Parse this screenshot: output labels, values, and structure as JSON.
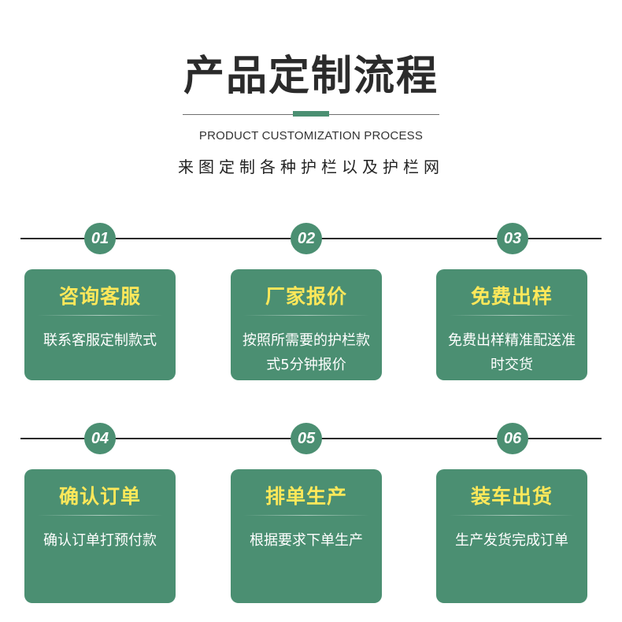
{
  "header": {
    "title": "产品定制流程",
    "subtitle_en": "PRODUCT CUSTOMIZATION PROCESS",
    "subtitle_cn": "来图定制各种护栏以及护栏网"
  },
  "colors": {
    "accent_green": "#4b8f72",
    "card_title_yellow": "#ffe85a",
    "line_dark": "#2a2a2a"
  },
  "steps": [
    {
      "number": "01",
      "title": "咨询客服",
      "desc": "联系客服定制款式"
    },
    {
      "number": "02",
      "title": "厂家报价",
      "desc": "按照所需要的护栏款式5分钟报价"
    },
    {
      "number": "03",
      "title": "免费出样",
      "desc": "免费出样精准配送准时交货"
    },
    {
      "number": "04",
      "title": "确认订单",
      "desc": "确认订单打预付款"
    },
    {
      "number": "05",
      "title": "排单生产",
      "desc": "根据要求下单生产"
    },
    {
      "number": "06",
      "title": "装车出货",
      "desc": "生产发货完成订单"
    }
  ]
}
